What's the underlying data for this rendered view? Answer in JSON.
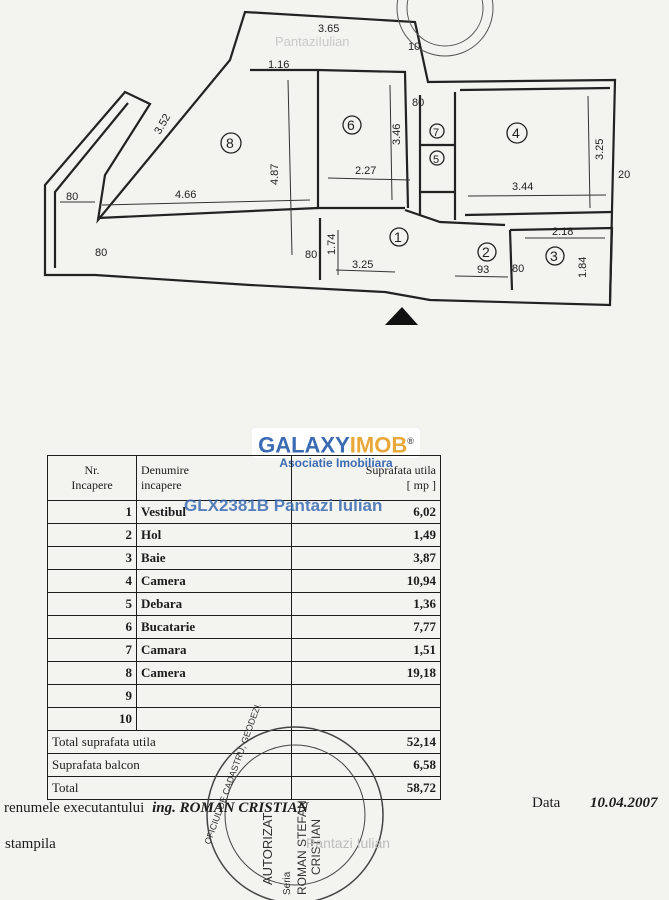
{
  "plan": {
    "rooms": [
      "1",
      "2",
      "3",
      "4",
      "5",
      "6",
      "7",
      "8"
    ],
    "dimensions": [
      "3.65",
      "1.16",
      "3.52",
      "4.87",
      "4.66",
      "80",
      "80",
      "3.46",
      "80",
      "2.27",
      "3.25",
      "3.44",
      "20",
      "1.74",
      "3.25",
      "93",
      "80",
      "2.18",
      "1.84",
      "80",
      "10"
    ],
    "watermarks": [
      "PantaziIulian",
      "Pantazi Iulian"
    ]
  },
  "logo": {
    "brand_left": "GALAXY",
    "brand_right": "IMOB",
    "registered": "®",
    "subtitle": "Asociatie Imobiliara",
    "listing_id": "GLX2381B Pantazi Iulian"
  },
  "table": {
    "headers": {
      "nr": "Nr.",
      "nr2": "Incapere",
      "name": "Denumire",
      "name2": "incapere",
      "area": "Suprafata utila",
      "area2": "[ mp ]"
    },
    "rows": [
      {
        "nr": "1",
        "name": "Vestibul",
        "area": "6,02"
      },
      {
        "nr": "2",
        "name": "Hol",
        "area": "1,49"
      },
      {
        "nr": "3",
        "name": "Baie",
        "area": "3,87"
      },
      {
        "nr": "4",
        "name": "Camera",
        "area": "10,94"
      },
      {
        "nr": "5",
        "name": "Debara",
        "area": "1,36"
      },
      {
        "nr": "6",
        "name": "Bucatarie",
        "area": "7,77"
      },
      {
        "nr": "7",
        "name": "Camara",
        "area": "1,51"
      },
      {
        "nr": "8",
        "name": "Camera",
        "area": "19,18"
      },
      {
        "nr": "9",
        "name": "",
        "area": ""
      },
      {
        "nr": "10",
        "name": "",
        "area": ""
      }
    ],
    "totals": [
      {
        "label": "Total suprafata utila",
        "value": "52,14"
      },
      {
        "label": "Suprafata balcon",
        "value": "6,58"
      },
      {
        "label": "Total",
        "value": "58,72"
      }
    ]
  },
  "footer": {
    "executant_label": "renumele executantului",
    "executant_name": "ing. ROMAN CRISTIAN",
    "stamp_label": "stampila",
    "date_label": "Data",
    "date_value": "10.04.2007"
  },
  "stamp": {
    "lines": [
      "AUTORIZAT",
      "Seria",
      "ROMAN STEFAN",
      "CRISTIAN",
      "OFICIUL DE CADASTRU, GEODEZIE SI CARTOGRAFIE"
    ]
  }
}
